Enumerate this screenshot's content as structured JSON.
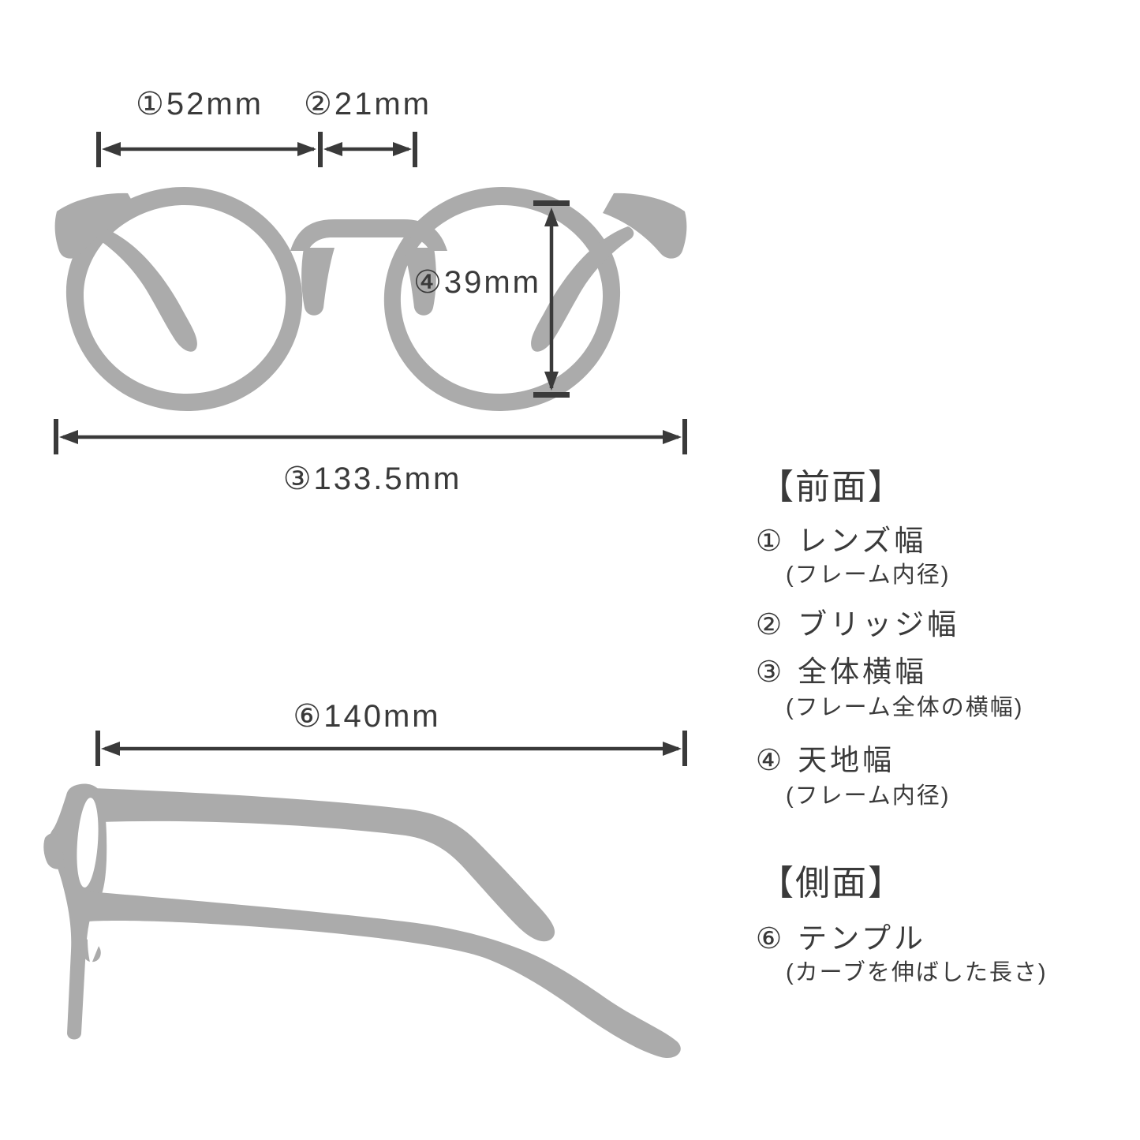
{
  "colors": {
    "background": "#ffffff",
    "silhouette": "#ababab",
    "ink": "#3a3a3a"
  },
  "dimensions": {
    "lens_width": "①52mm",
    "bridge_width": "②21mm",
    "total_width": "③133.5mm",
    "lens_height": "④39mm",
    "temple_length": "⑥140mm"
  },
  "legend": {
    "front": {
      "title": "【前面】",
      "items": [
        {
          "num": "①",
          "label": "レンズ幅",
          "note": "(フレーム内径)"
        },
        {
          "num": "②",
          "label": "ブリッジ幅",
          "note": ""
        },
        {
          "num": "③",
          "label": "全体横幅",
          "note": "(フレーム全体の横幅)"
        },
        {
          "num": "④",
          "label": "天地幅",
          "note": "(フレーム内径)"
        }
      ]
    },
    "side": {
      "title": "【側面】",
      "items": [
        {
          "num": "⑥",
          "label": "テンプル",
          "note": "(カーブを伸ばした長さ)"
        }
      ]
    }
  }
}
